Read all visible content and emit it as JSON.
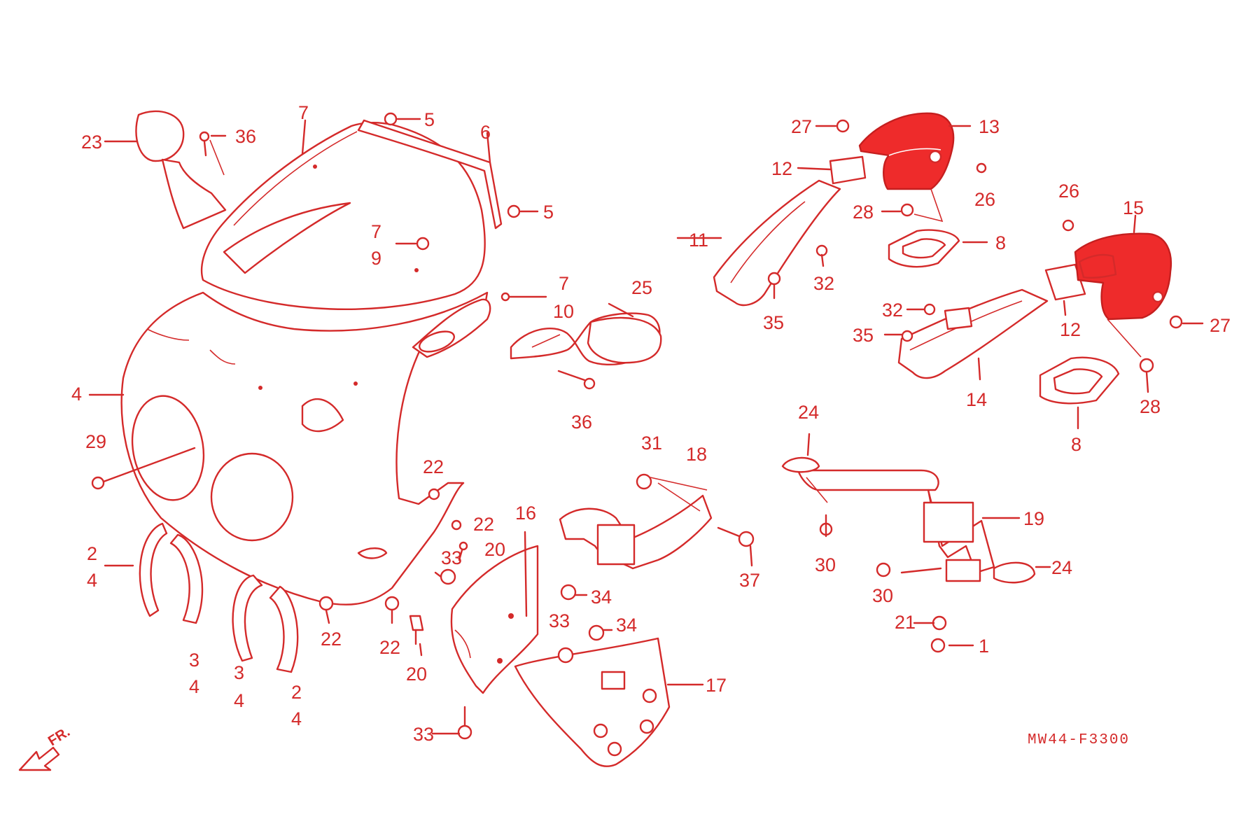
{
  "diagram": {
    "code": "MW44-F3300",
    "front_marker": "FR.",
    "labels": [
      {
        "key": "23",
        "text": "23"
      },
      {
        "key": "36a",
        "text": "36"
      },
      {
        "key": "7a",
        "text": "7"
      },
      {
        "key": "5a",
        "text": "5"
      },
      {
        "key": "6",
        "text": "6"
      },
      {
        "key": "5b",
        "text": "5"
      },
      {
        "key": "7b",
        "text": "7"
      },
      {
        "key": "9",
        "text": "9"
      },
      {
        "key": "7c",
        "text": "7"
      },
      {
        "key": "10",
        "text": "10"
      },
      {
        "key": "25",
        "text": "25"
      },
      {
        "key": "36b",
        "text": "36"
      },
      {
        "key": "4a",
        "text": "4"
      },
      {
        "key": "29",
        "text": "29"
      },
      {
        "key": "22a",
        "text": "22"
      },
      {
        "key": "22b",
        "text": "22"
      },
      {
        "key": "20a",
        "text": "20"
      },
      {
        "key": "33a",
        "text": "33"
      },
      {
        "key": "16",
        "text": "16"
      },
      {
        "key": "2a",
        "text": "2"
      },
      {
        "key": "4b",
        "text": "4"
      },
      {
        "key": "3a",
        "text": "3"
      },
      {
        "key": "4c",
        "text": "4"
      },
      {
        "key": "3b",
        "text": "3"
      },
      {
        "key": "4d",
        "text": "4"
      },
      {
        "key": "2b",
        "text": "2"
      },
      {
        "key": "4e",
        "text": "4"
      },
      {
        "key": "22c",
        "text": "22"
      },
      {
        "key": "22d",
        "text": "22"
      },
      {
        "key": "20b",
        "text": "20"
      },
      {
        "key": "34a",
        "text": "34"
      },
      {
        "key": "33b",
        "text": "33"
      },
      {
        "key": "34b",
        "text": "34"
      },
      {
        "key": "17",
        "text": "17"
      },
      {
        "key": "33c",
        "text": "33"
      },
      {
        "key": "31",
        "text": "31"
      },
      {
        "key": "18",
        "text": "18"
      },
      {
        "key": "37",
        "text": "37"
      },
      {
        "key": "27a",
        "text": "27"
      },
      {
        "key": "13",
        "text": "13"
      },
      {
        "key": "12a",
        "text": "12"
      },
      {
        "key": "26a",
        "text": "26"
      },
      {
        "key": "28a",
        "text": "28"
      },
      {
        "key": "11",
        "text": "11"
      },
      {
        "key": "8a",
        "text": "8"
      },
      {
        "key": "32a",
        "text": "32"
      },
      {
        "key": "35a",
        "text": "35"
      },
      {
        "key": "26b",
        "text": "26"
      },
      {
        "key": "15",
        "text": "15"
      },
      {
        "key": "32b",
        "text": "32"
      },
      {
        "key": "35b",
        "text": "35"
      },
      {
        "key": "12b",
        "text": "12"
      },
      {
        "key": "27b",
        "text": "27"
      },
      {
        "key": "14",
        "text": "14"
      },
      {
        "key": "28b",
        "text": "28"
      },
      {
        "key": "8b",
        "text": "8"
      },
      {
        "key": "24a",
        "text": "24"
      },
      {
        "key": "19",
        "text": "19"
      },
      {
        "key": "30a",
        "text": "30"
      },
      {
        "key": "24b",
        "text": "24"
      },
      {
        "key": "30b",
        "text": "30"
      },
      {
        "key": "21",
        "text": "21"
      },
      {
        "key": "1",
        "text": "1"
      }
    ]
  },
  "colors": {
    "line": "#d42a2a",
    "highlight": "#ee2b2b",
    "background": "#ffffff"
  }
}
